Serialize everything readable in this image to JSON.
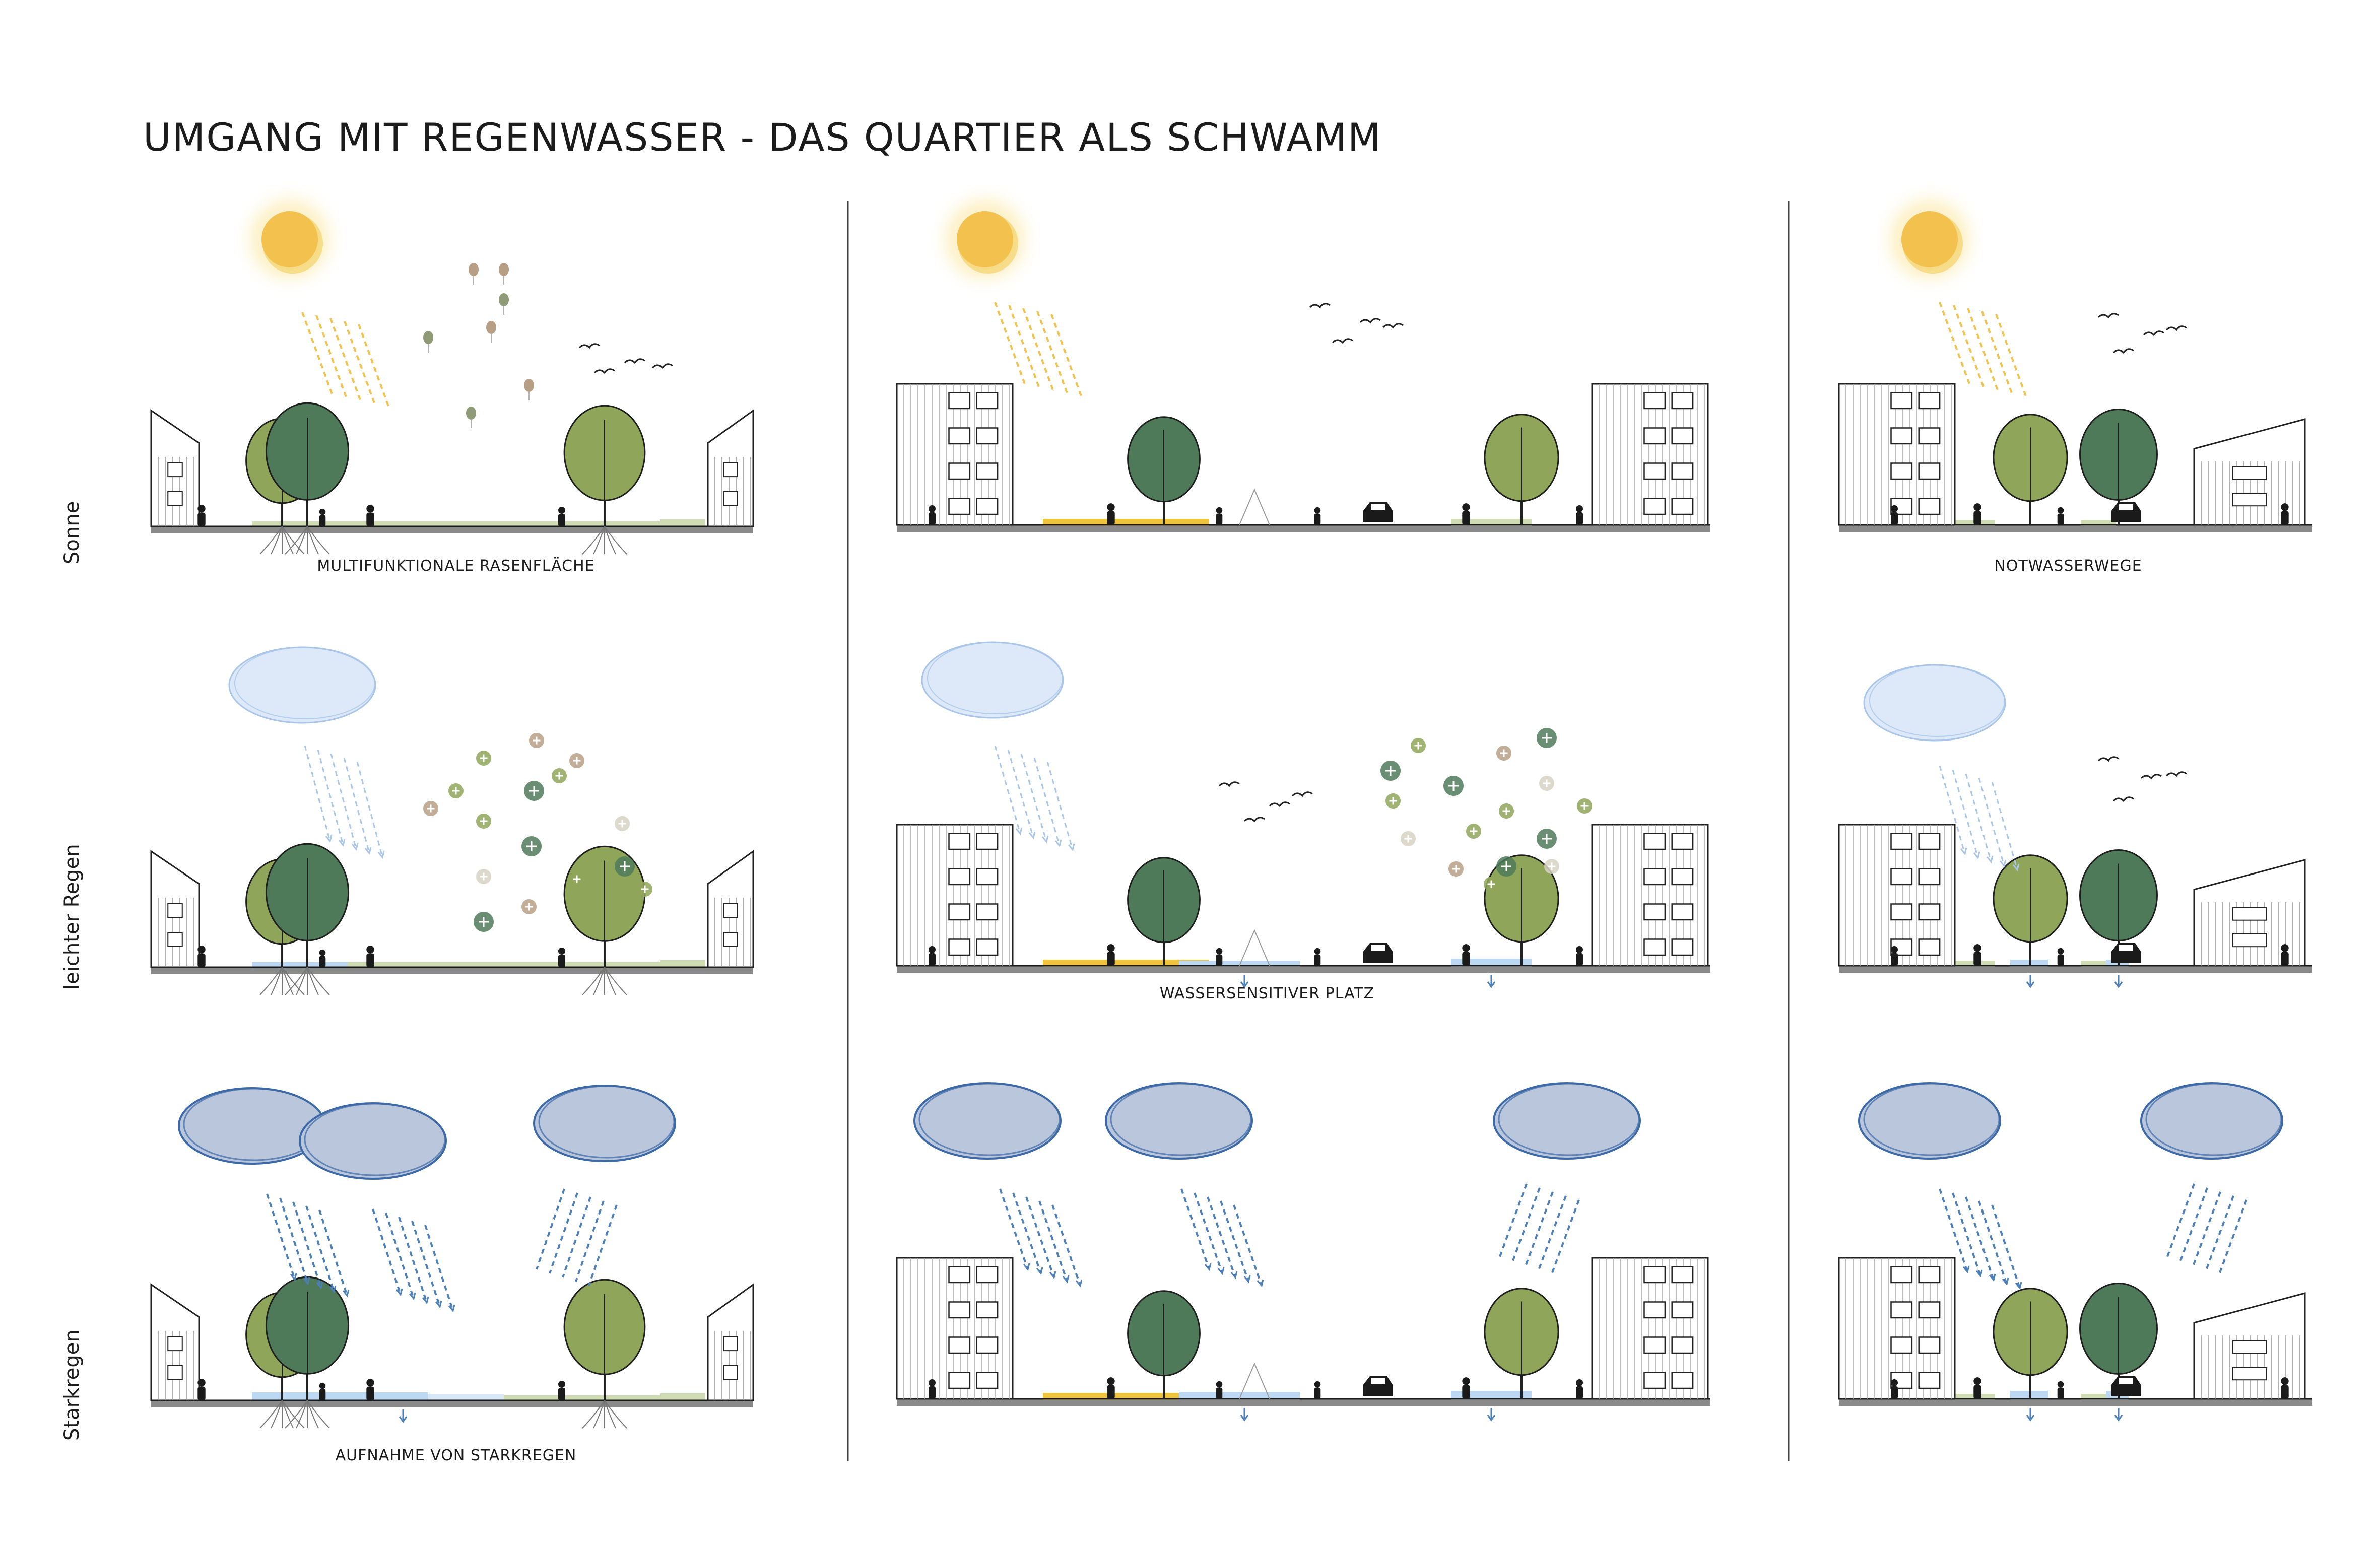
{
  "title": "UMGANG MIT REGENWASSER - DAS QUARTIER ALS SCHWAMM",
  "rows": [
    {
      "label": "Sonne",
      "weather": "sun"
    },
    {
      "label": "leichter Regen",
      "weather": "light-rain"
    },
    {
      "label": "Starkregen",
      "weather": "heavy-rain"
    }
  ],
  "columns": [
    {
      "id": "park",
      "captions": [
        "MULTIFUNKTIONALE RASENFLÄCHE",
        "",
        "AUFNAHME VON STARKREGEN"
      ]
    },
    {
      "id": "platz",
      "captions": [
        "",
        "WASSERSENSITIVER PLATZ",
        ""
      ]
    },
    {
      "id": "strasse",
      "captions": [
        "NOTWASSERWEGE",
        "",
        ""
      ]
    }
  ],
  "colors": {
    "sun": "#f2c14e",
    "sun_glow": "#fbe8a6",
    "cloud_light": "#dde9f8",
    "cloud_heavy": "#b9c6dc",
    "cloud_stroke": "#3d6aa6",
    "tree_dark": "#4f7a5a",
    "tree_light": "#8fa65a",
    "grass": "#cfdcb4",
    "water": "#bcd8f2",
    "water_deep": "#4d7fb8",
    "plaza_yellow": "#f0c33c",
    "ground": "#8a8a8a"
  },
  "icons": [
    "sun-icon",
    "cloud-icon",
    "rain-arrow-icon",
    "tree-icon",
    "building-icon",
    "bird-icon",
    "balloon-icon",
    "plus-icon",
    "car-icon",
    "person-icon"
  ]
}
